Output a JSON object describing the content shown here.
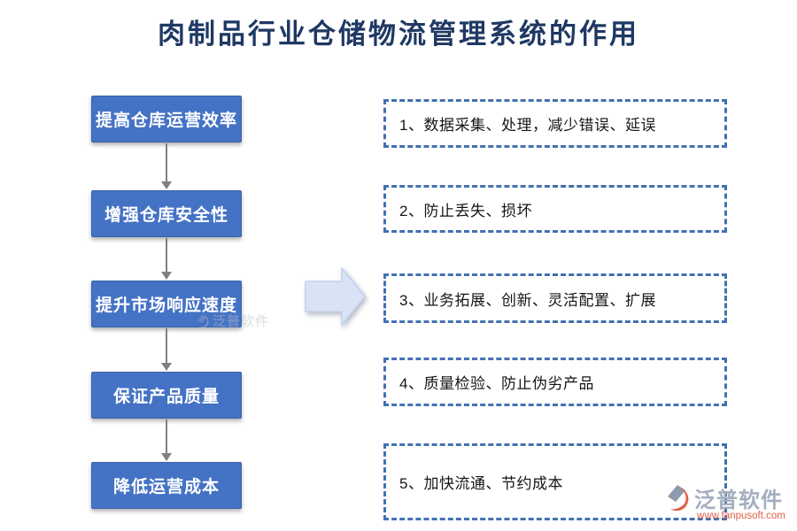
{
  "title": "肉制品行业仓储物流管理系统的作用",
  "left_boxes": [
    "提高仓库运营效率",
    "增强仓库安全性",
    "提升市场响应速度",
    "保证产品质量",
    "降低运营成本"
  ],
  "right_boxes": [
    "1、数据采集、处理，减少错误、延误",
    "2、防止丢失、损坏",
    "3、业务拓展、创新、灵活配置、扩展",
    "4、质量检验、防止伪劣产品",
    "5、加快流通、节约成本"
  ],
  "watermark": {
    "text": "泛普软件"
  },
  "logo": {
    "text": "泛普软件",
    "url": "www.fanpusoft.com"
  },
  "icons": {
    "flow_arrow": "block right arrow",
    "down_connector": "down arrow",
    "fanpu_logo": "gray diamond with orange crescent"
  },
  "colors": {
    "title_navy": "#1F3864",
    "box_blue": "#4472C4",
    "dash_border": "#4171B3",
    "arrow_fill": "#D9E3F5",
    "connector_gray": "#808080",
    "logo_gray": "#A3AEBE",
    "logo_orange": "#E0614A",
    "background": "#FFFFFF"
  }
}
